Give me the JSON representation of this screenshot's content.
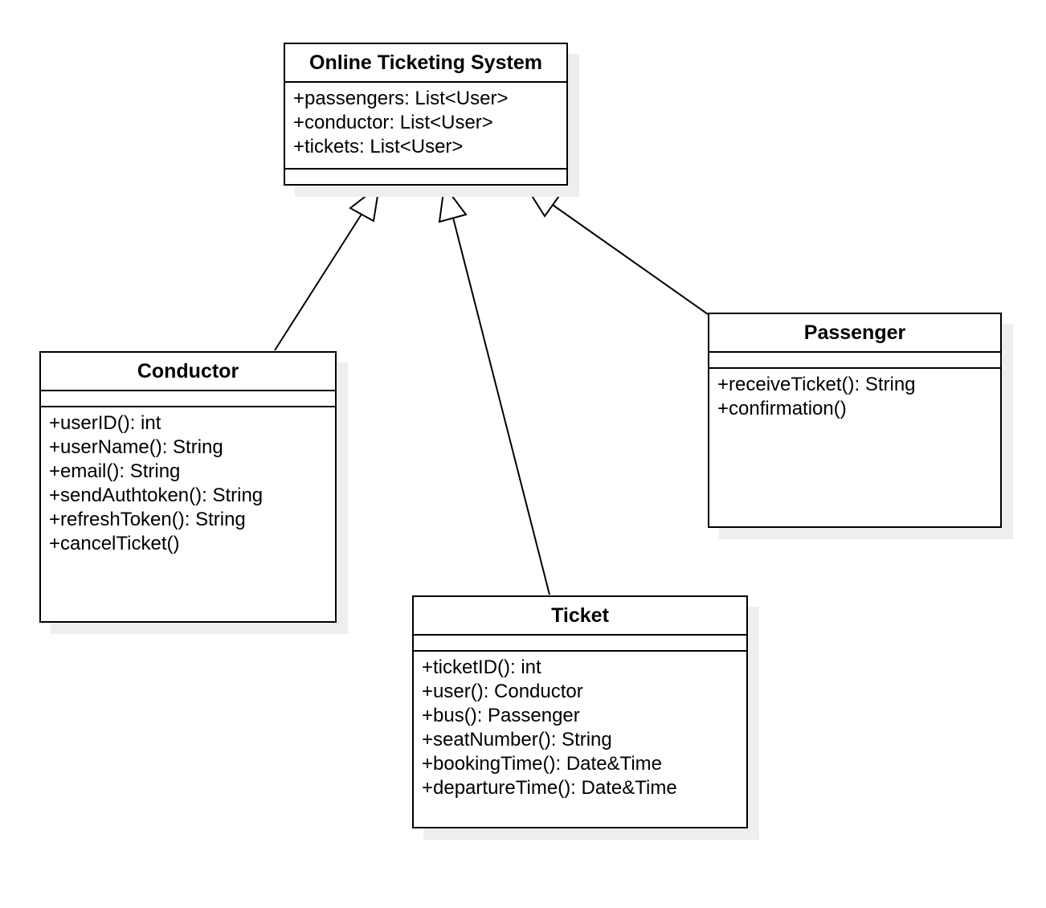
{
  "diagram": {
    "classes": {
      "ots": {
        "name": "Online Ticketing System",
        "attributes": [
          "+passengers: List<User>",
          "+conductor: List<User>",
          "+tickets: List<User>"
        ],
        "methods": []
      },
      "conductor": {
        "name": "Conductor",
        "attributes": [],
        "methods": [
          "+userID(): int",
          "+userName(): String",
          "+email(): String",
          "+sendAuthtoken(): String",
          "+refreshToken(): String",
          "+cancelTicket()"
        ]
      },
      "passenger": {
        "name": "Passenger",
        "attributes": [],
        "methods": [
          "+receiveTicket(): String",
          "+confirmation()"
        ]
      },
      "ticket": {
        "name": "Ticket",
        "attributes": [],
        "methods": [
          "+ticketID(): int",
          "+user(): Conductor",
          "+bus(): Passenger",
          "+seatNumber(): String",
          "+bookingTime(): Date&Time",
          "+departureTime(): Date&Time"
        ]
      }
    },
    "relationships": [
      {
        "type": "generalization",
        "from": "conductor",
        "to": "ots"
      },
      {
        "type": "generalization",
        "from": "ticket",
        "to": "ots"
      },
      {
        "type": "generalization",
        "from": "passenger",
        "to": "ots"
      }
    ]
  }
}
